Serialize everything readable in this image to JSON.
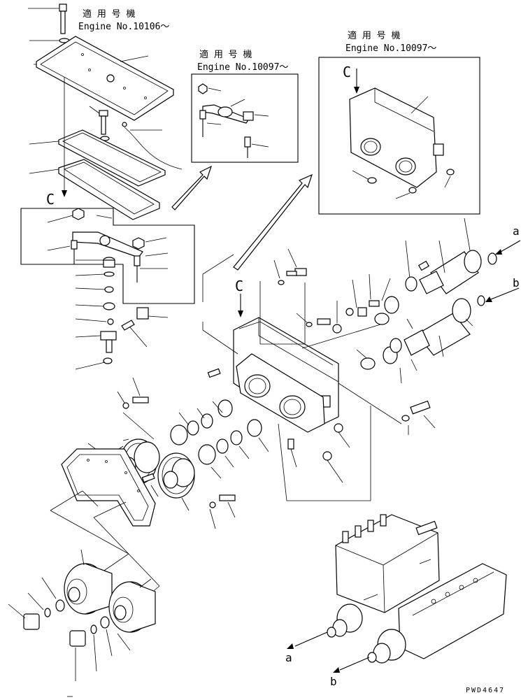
{
  "notes": [
    {
      "title": "適 用 号 機",
      "engine": "Engine No.10106～"
    },
    {
      "title": "適 用 号 機",
      "engine": "Engine No.10097～"
    },
    {
      "title": "適 用 号 機",
      "engine": "Engine No.10097～"
    }
  ],
  "view_labels": {
    "c_left": "C",
    "c_center": "C",
    "c_right": "C"
  },
  "shaft_refs": {
    "a_top": "a",
    "b_top": "b",
    "a_bottom": "a",
    "b_bottom": "b"
  },
  "drawing_code": "PWD4647"
}
